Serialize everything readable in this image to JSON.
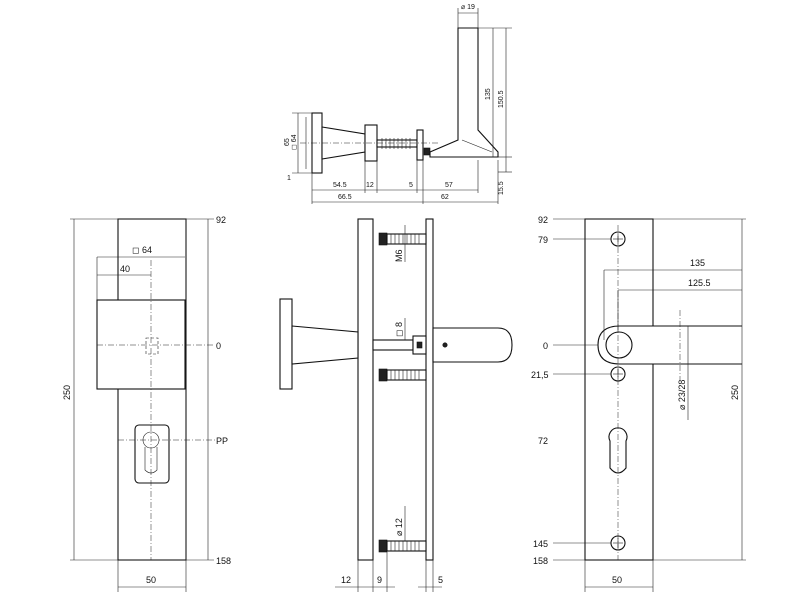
{
  "colors": {
    "line": "#111111",
    "background": "#ffffff"
  },
  "top_view": {
    "d19": "⌀ 19",
    "h135": "135",
    "h150_5": "150.5",
    "h65": "65",
    "sq64": "◻ 64",
    "one": "1",
    "w54_5": "54.5",
    "w12": "12",
    "w5": "5",
    "w57": "57",
    "h15_5": "15.5",
    "w66_5": "66.5",
    "w62": "62"
  },
  "front_view": {
    "top": "92",
    "sq64": "◻ 64",
    "w40": "40",
    "zero": "0",
    "pp": "PP",
    "bottom": "158",
    "height": "250",
    "width": "50"
  },
  "section_view": {
    "m6": "M6",
    "sq8": "◻ 8",
    "d12": "⌀ 12",
    "w12": "12",
    "w9": "9",
    "w5": "5"
  },
  "right_view": {
    "top": "92",
    "y79": "79",
    "l135": "135",
    "l125_5": "125.5",
    "zero": "0",
    "y21_5": "21,5",
    "d23_28": "⌀ 23/28",
    "height": "250",
    "y72": "72",
    "y145": "145",
    "bottom": "158",
    "width": "50"
  }
}
